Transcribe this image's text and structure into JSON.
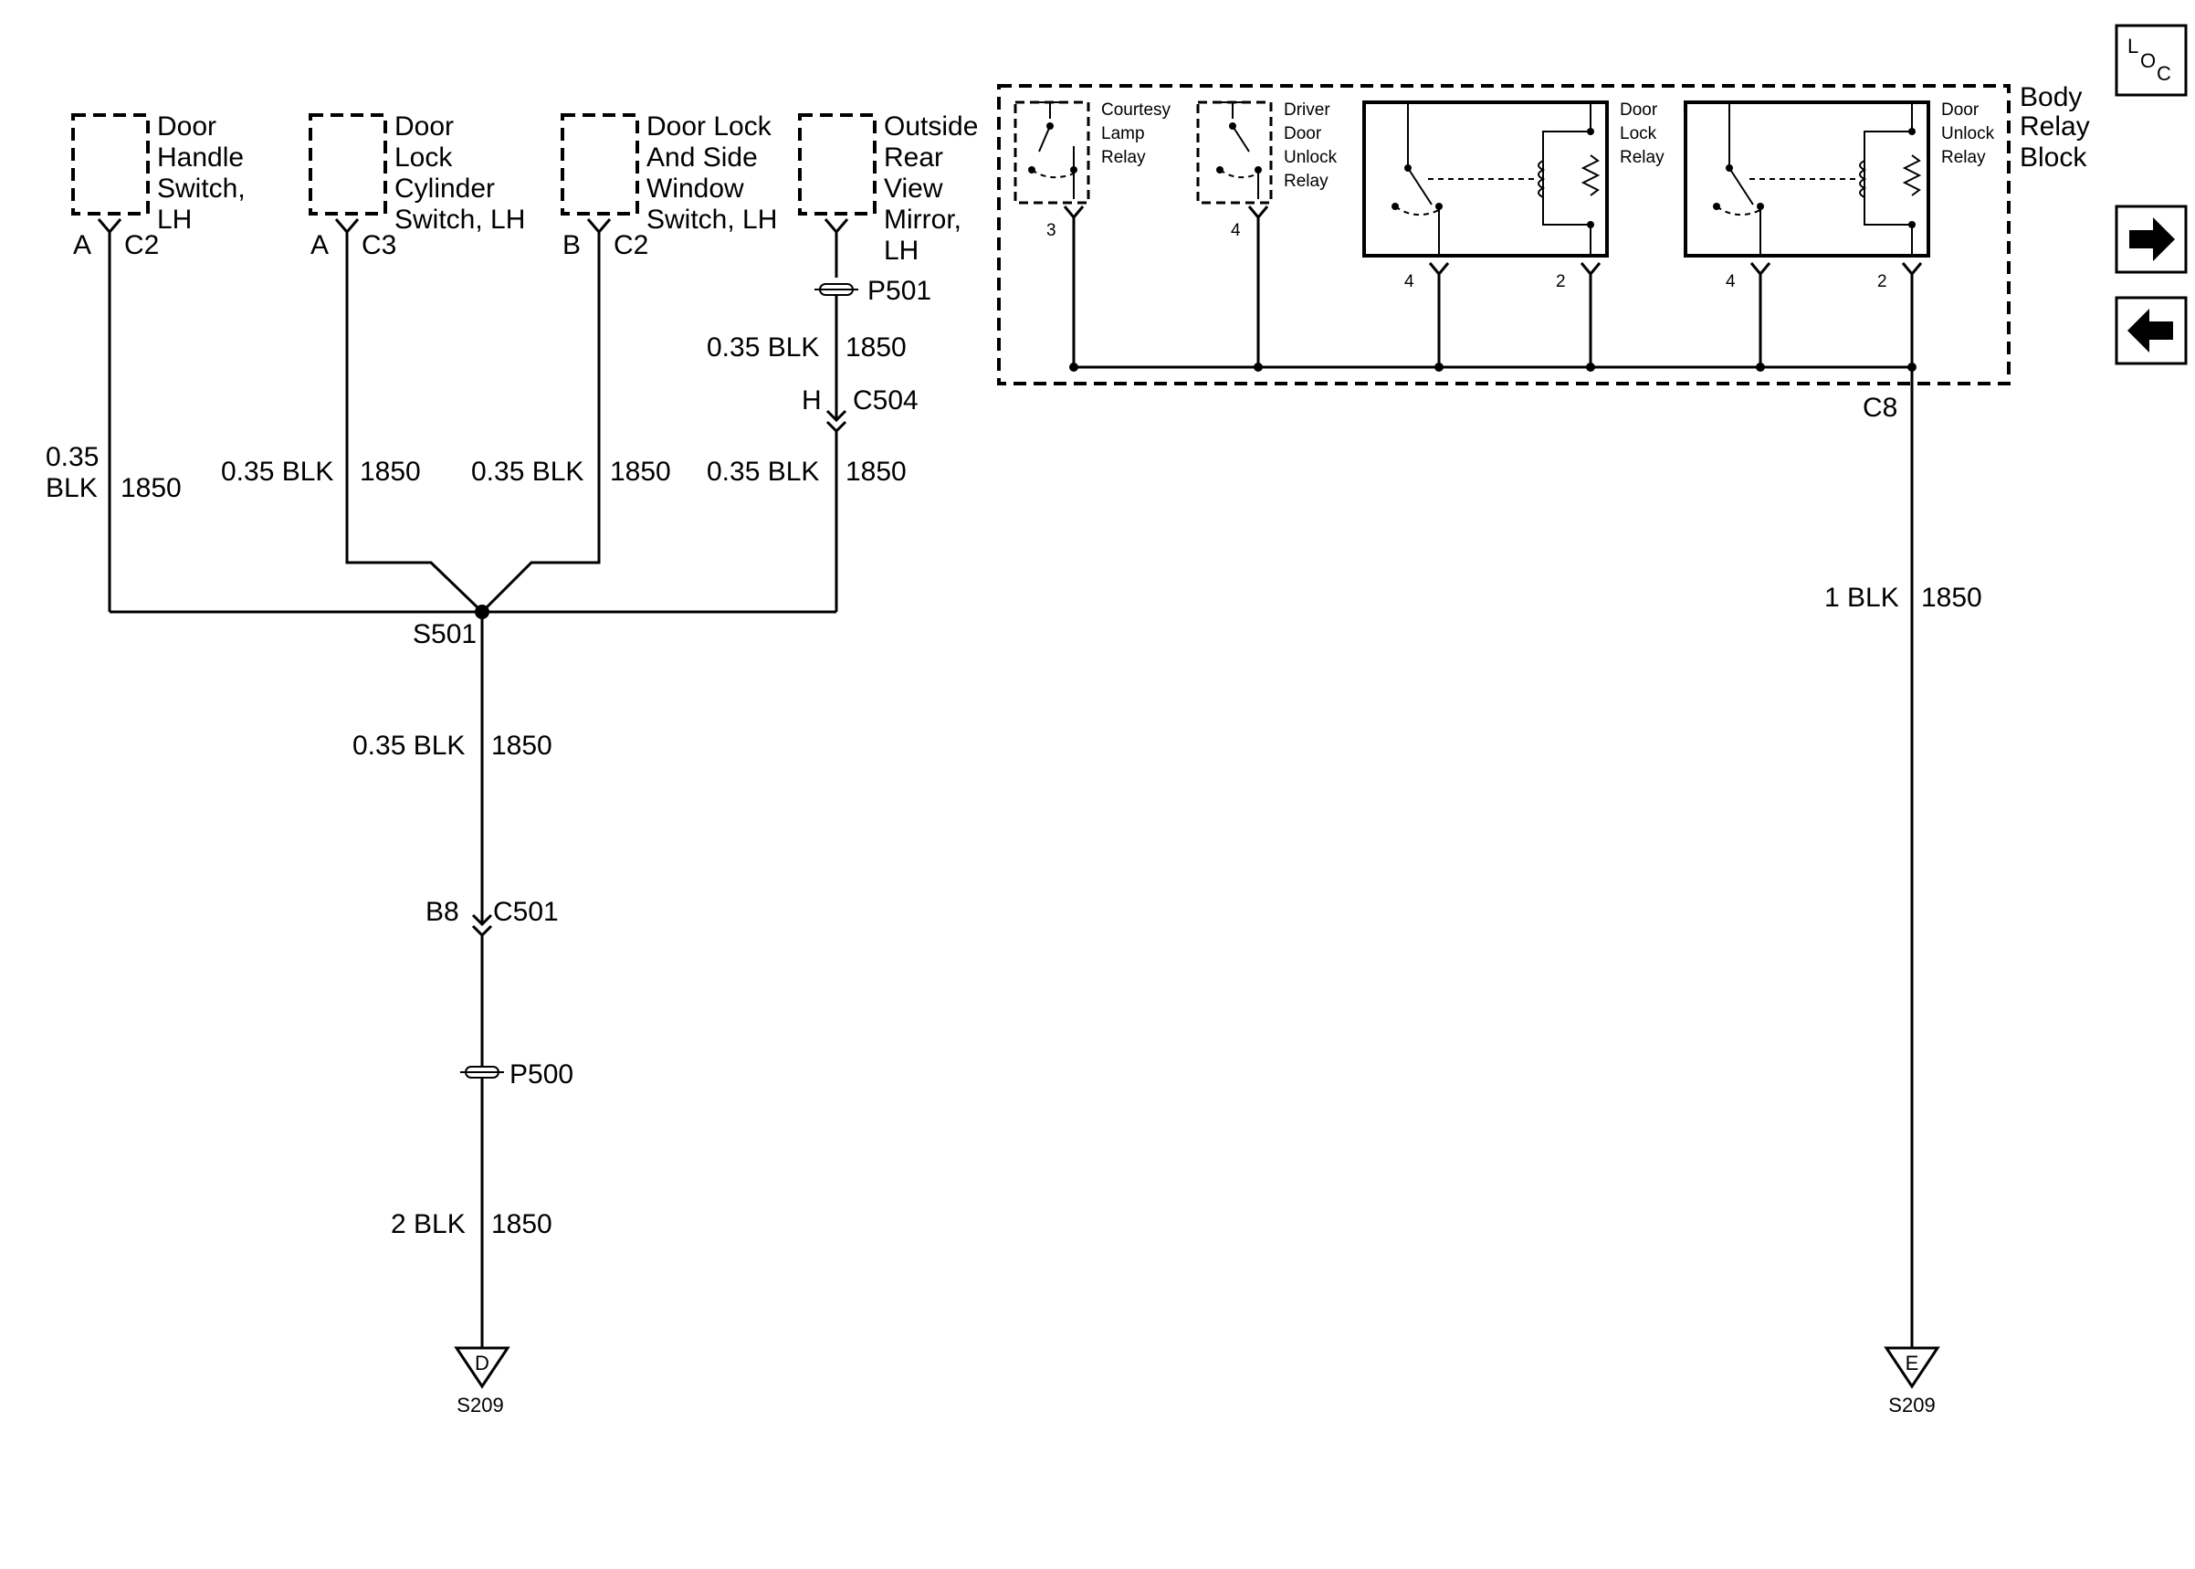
{
  "components": {
    "door_handle_switch": [
      "Door",
      "Handle",
      "Switch,",
      "LH"
    ],
    "door_lock_cylinder_switch": [
      "Door",
      "Lock",
      "Cylinder",
      "Switch, LH"
    ],
    "door_lock_window_switch": [
      "Door Lock",
      "And Side",
      "Window",
      "Switch, LH"
    ],
    "outside_mirror": [
      "Outside",
      "Rear",
      "View",
      "Mirror,",
      "LH"
    ],
    "body_relay_block": [
      "Body",
      "Relay",
      "Block"
    ],
    "courtesy_lamp_relay": [
      "Courtesy",
      "Lamp",
      "Relay"
    ],
    "driver_door_unlock_relay": [
      "Driver",
      "Door",
      "Unlock",
      "Relay"
    ],
    "door_lock_relay": [
      "Door",
      "Lock",
      "Relay"
    ],
    "door_unlock_relay": [
      "Door",
      "Unlock",
      "Relay"
    ]
  },
  "pins": {
    "handle_pin": "A",
    "handle_conn": "C2",
    "cyl_pin": "A",
    "cyl_conn": "C3",
    "win_pin": "B",
    "win_conn": "C2",
    "courtesy_pin": "3",
    "driver_pin": "4",
    "lock_pin4": "4",
    "lock_pin2": "2",
    "unlock_pin4": "4",
    "unlock_pin2": "2",
    "c8": "C8"
  },
  "wires": {
    "handle_gauge": [
      "0.35",
      "BLK"
    ],
    "handle_circuit": "1850",
    "cyl_gauge": "0.35 BLK",
    "cyl_circuit": "1850",
    "win_gauge": "0.35 BLK",
    "win_circuit": "1850",
    "mirror_upper_gauge": "0.35 BLK",
    "mirror_upper_circuit": "1850",
    "mirror_lower_gauge": "0.35 BLK",
    "mirror_lower_circuit": "1850",
    "main_upper_gauge": "0.35 BLK",
    "main_upper_circuit": "1850",
    "main_lower_gauge": "2 BLK",
    "main_lower_circuit": "1850",
    "right_gauge": "1 BLK",
    "right_circuit": "1850"
  },
  "connectors": {
    "p501": "P501",
    "c504_pin": "H",
    "c504": "C504",
    "s501": "S501",
    "c501_pin": "B8",
    "c501": "C501",
    "p500": "P500"
  },
  "grounds": {
    "left_letter": "D",
    "left_label": "S209",
    "right_letter": "E",
    "right_label": "S209"
  },
  "nav": {
    "loc_l": "L",
    "loc_o": "O",
    "loc_c": "C",
    "next_icon": "right-arrow-icon",
    "prev_icon": "left-arrow-icon"
  }
}
